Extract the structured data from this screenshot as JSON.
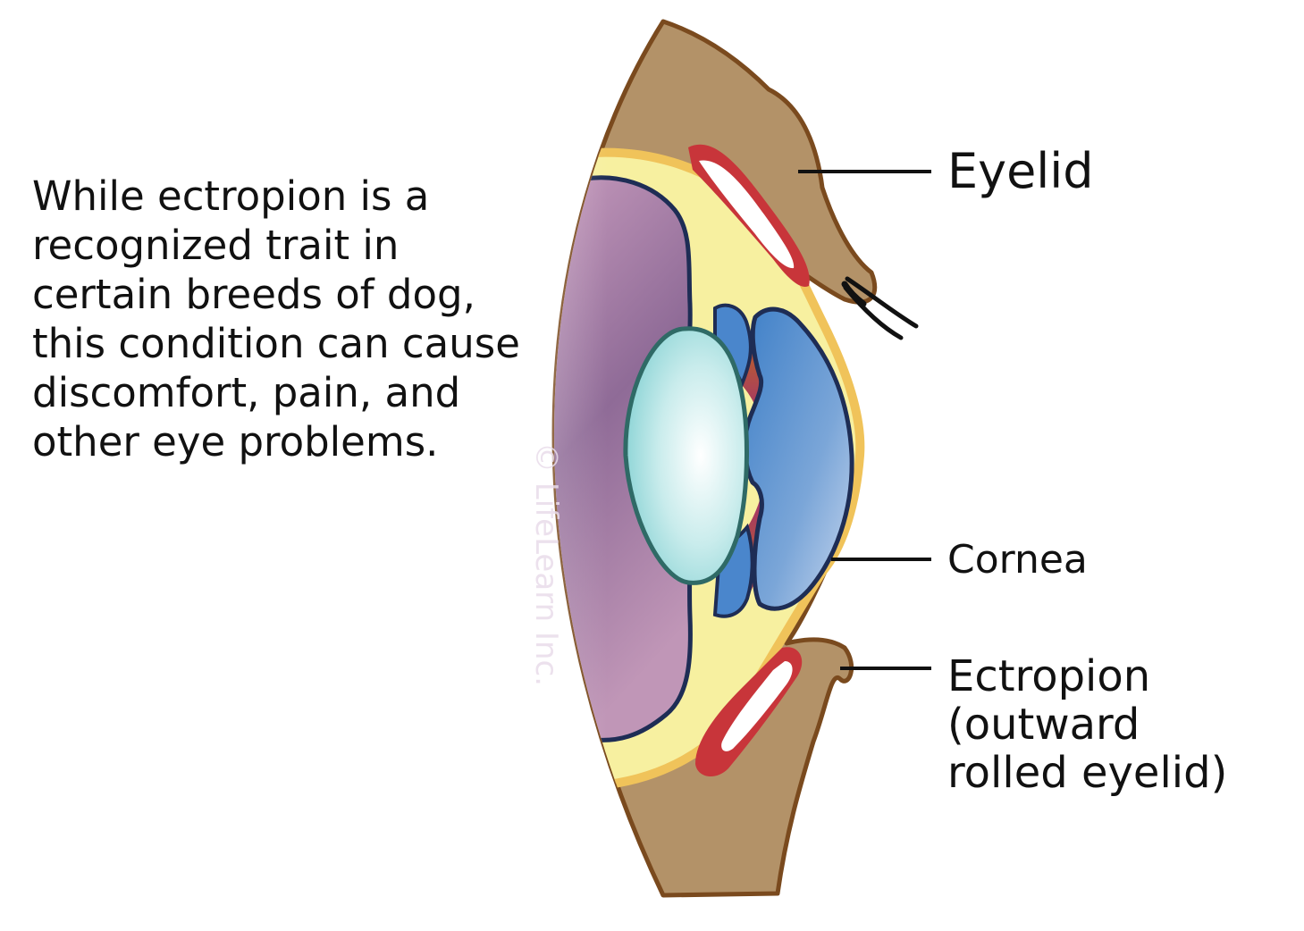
{
  "caption": "While ectropion is a recognized trait in certain breeds of dog, this condition can cause discomfort, pain, and other eye problems.",
  "labels": {
    "eyelid": "Eyelid",
    "cornea": "Cornea",
    "ectropion_line1": "Ectropion",
    "ectropion_line2": "(outward",
    "ectropion_line3": "rolled eyelid)"
  },
  "watermark": "© LifeLearn Inc.",
  "colors": {
    "skin": "#b39268",
    "skin_outline": "#7a4a1e",
    "sclera_yellow": "#f7f0a0",
    "cornea_rim": "#f0c35a",
    "vitreous_purple": "#9b77a0",
    "lens_cyan": "#bfe8e8",
    "iris_blue": "#5f94d0",
    "lid_margin_red": "#c8353a",
    "outline_navy": "#1e2d55"
  }
}
